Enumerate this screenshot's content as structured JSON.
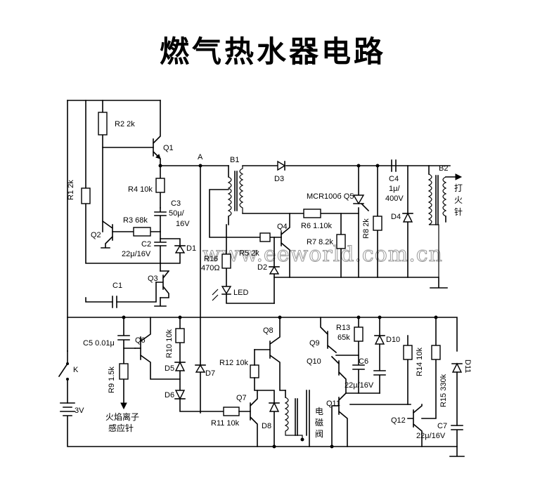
{
  "title": "燃气热水器电路",
  "watermark": "www.eeworld.com.cn",
  "labels": {
    "R2": "R2 2k",
    "Q1": "Q1",
    "A": "A",
    "B1": "B1",
    "D3": "D3",
    "C4": "C4",
    "C4v": "1μ/",
    "C4volt": "400V",
    "B2": "B2",
    "ignite": [
      "打",
      "火",
      "针"
    ],
    "R1": "R1 2k",
    "R4": "R4 10k",
    "C3": "C3",
    "C3v": "50μ/",
    "C3volt": "16V",
    "R3": "R3 68k",
    "Q2": "Q2",
    "C2": "C2",
    "C2v": "22μ/16V",
    "D1": "D1",
    "MCR": "MCR100б Q5",
    "R6": "R6 1.10k",
    "R8": "R8 2k",
    "D4": "D4",
    "Q4": "Q4",
    "R5": "R5 2k",
    "R7": "R7 8.2k",
    "R16": "R16",
    "R16v": "470Ω",
    "D2": "D2",
    "LED": "LED",
    "Q3": "Q3",
    "C1": "C1",
    "C5": "C5 0.01μ",
    "Q6": "Q6",
    "R10": "R10 10k",
    "Q8": "Q8",
    "Q9": "Q9",
    "R13": "R13",
    "R13v": "65k",
    "D10": "D10",
    "D11": "D11",
    "K": "K",
    "R9": "R9 1.5k",
    "D5": "D5",
    "D7": "D7",
    "R12": "R12 10k",
    "Q10": "Q10",
    "C6": "C6",
    "C6v": "22μ/16V",
    "R14": "R14 10k",
    "D6": "D6",
    "Q7": "Q7",
    "Q11": "Q11",
    "R15": "R15 330k",
    "V3": "3V",
    "R11": "R11 10k",
    "D8": "D8",
    "Q12": "Q12",
    "C7": "C7",
    "C7v": "22μ/16V",
    "valve": [
      "电",
      "磁",
      "阀"
    ],
    "sensor1": "火焰离子",
    "sensor2": "感应针"
  }
}
